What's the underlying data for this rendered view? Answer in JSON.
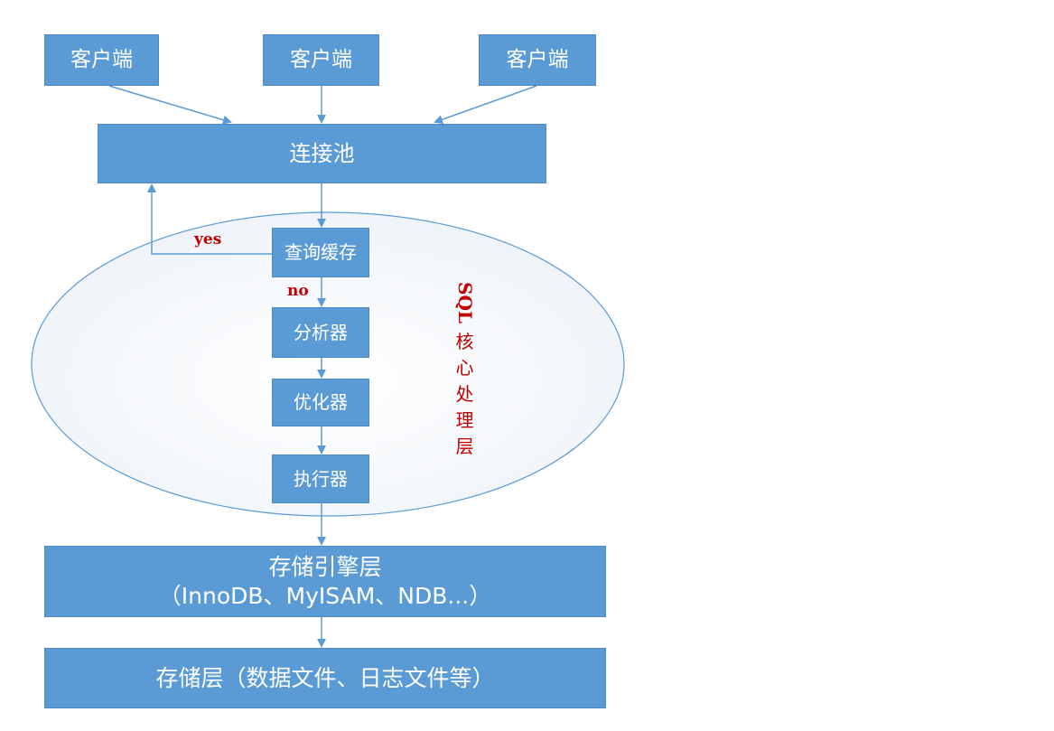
{
  "clients": [
    "客户端",
    "客户端",
    "客户端"
  ],
  "connection_pool": "连接池",
  "sql_layer": {
    "steps": [
      "查询缓存",
      "分析器",
      "优化器",
      "执行器"
    ],
    "cache_hit_label": "yes",
    "cache_miss_label": "no",
    "title_latin": "SQL",
    "title_chars": [
      "核",
      "心",
      "处",
      "理",
      "层"
    ]
  },
  "storage_engine_layer": {
    "line1": "存储引擎层",
    "line2": "（InnoDB、MyISAM、NDB...）"
  },
  "storage_layer": "存储层（数据文件、日志文件等）",
  "colors": {
    "box_fill": "#5b9bd5",
    "arrow": "#5b9bd5",
    "ellipse_stroke": "#5b9bd5",
    "label_red": "#c00000"
  }
}
